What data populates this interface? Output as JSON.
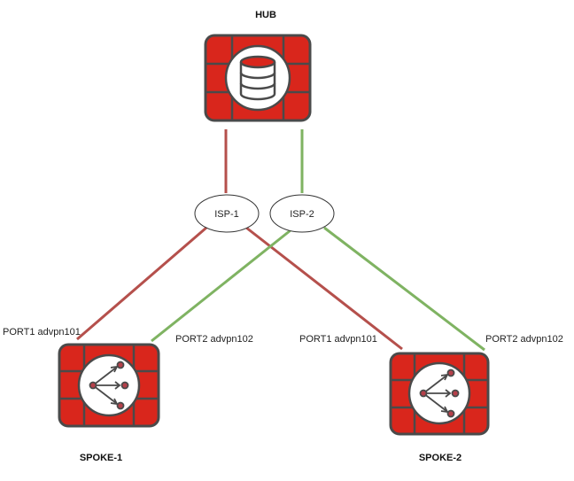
{
  "colors": {
    "link_isp1": "#b5504c",
    "link_isp2": "#7fb362",
    "device_fill": "#d9261c",
    "device_stroke": "#4a4a4a",
    "device_inner": "#ffffff"
  },
  "nodes": {
    "hub": {
      "title": "HUB",
      "icon": "database-icon"
    },
    "isp1": {
      "label": "ISP-1"
    },
    "isp2": {
      "label": "ISP-2"
    },
    "spoke1": {
      "title": "SPOKE-1",
      "icon": "distribution-arrows-icon"
    },
    "spoke2": {
      "title": "SPOKE-2",
      "icon": "distribution-arrows-icon"
    }
  },
  "links": {
    "spoke1_port1": "PORT1 advpn101",
    "spoke1_port2": "PORT2 advpn102",
    "spoke2_port1": "PORT1 advpn101",
    "spoke2_port2": "PORT2 advpn102"
  }
}
